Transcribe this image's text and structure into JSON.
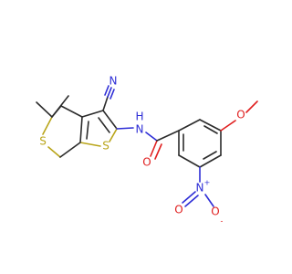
{
  "molecule": {
    "atoms": {
      "N_nitrile": "N",
      "N_amide": "N",
      "H_amide": "H",
      "O_carbonyl": "O",
      "O_methoxy": "O",
      "N_nitro": "N",
      "N_nitro_charge": "+",
      "O_nitro_top": "O",
      "O_nitro_bottom": "O",
      "O_nitro_charge": "-",
      "S_ring": "S",
      "S_thiophene": "S"
    },
    "colors": {
      "carbon": "#2b2b2b",
      "nitrogen": "#2d2dd6",
      "oxygen": "#e02020",
      "sulfur": "#b9a51a"
    }
  }
}
